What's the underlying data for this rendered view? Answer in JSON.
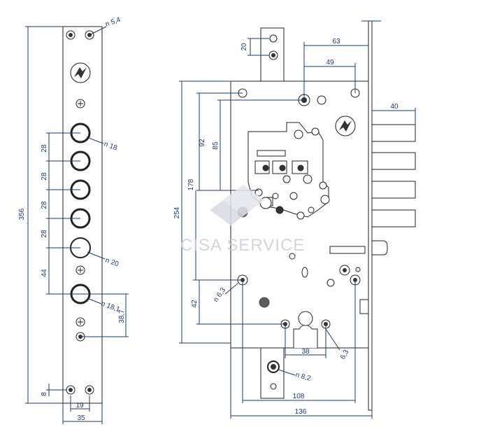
{
  "faceplate": {
    "height_356": "356",
    "width_35": "35",
    "pitch_19": "19",
    "end_8": "8",
    "hole_54": "n 5,4",
    "hole_18_top": "n 18",
    "hole_20": "n 20",
    "hole_18_low": "n 18,1",
    "spacing_38_7": "38,7",
    "spacing_28": [
      "28",
      "28",
      "28",
      "28"
    ],
    "spacing_44": "44"
  },
  "lock_body": {
    "dim_63": "63",
    "dim_49": "49",
    "dim_40": "40",
    "dim_20": "20",
    "dim_92": "92",
    "dim_85": "85",
    "dim_178": "178",
    "dim_254": "254",
    "dim_42": "42",
    "dim_63_diam": "n 6,3",
    "dim_63_diam_b": "6,3",
    "dim_38": "38",
    "dim_82": "n 8,2",
    "dim_108": "108",
    "dim_136": "136"
  },
  "watermark": "CISA SERVICE"
}
